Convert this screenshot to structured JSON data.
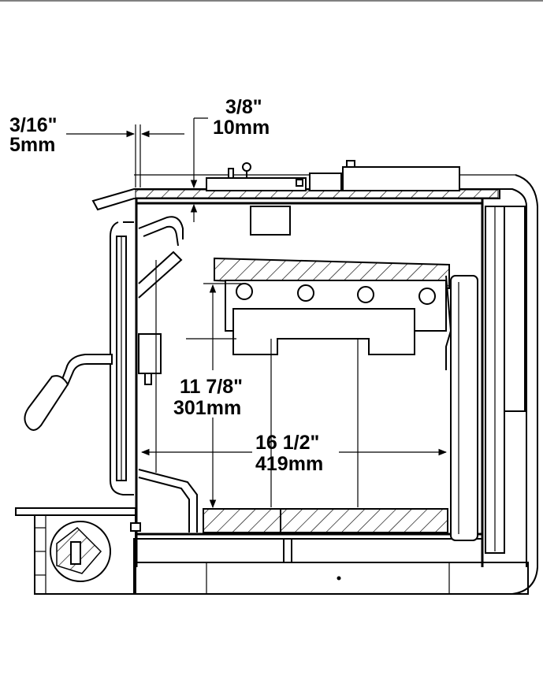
{
  "dimensions": {
    "glass_gap": {
      "fraction": "3/16\"",
      "metric": "5mm"
    },
    "top_gap": {
      "fraction": "3/8\"",
      "metric": "10mm"
    },
    "firebox_height": {
      "fraction": "11 7/8\"",
      "metric": "301mm"
    },
    "firebox_depth": {
      "fraction": "16 1/2\"",
      "metric": "419mm"
    }
  },
  "colors": {
    "line": "#000000",
    "background": "#ffffff"
  }
}
